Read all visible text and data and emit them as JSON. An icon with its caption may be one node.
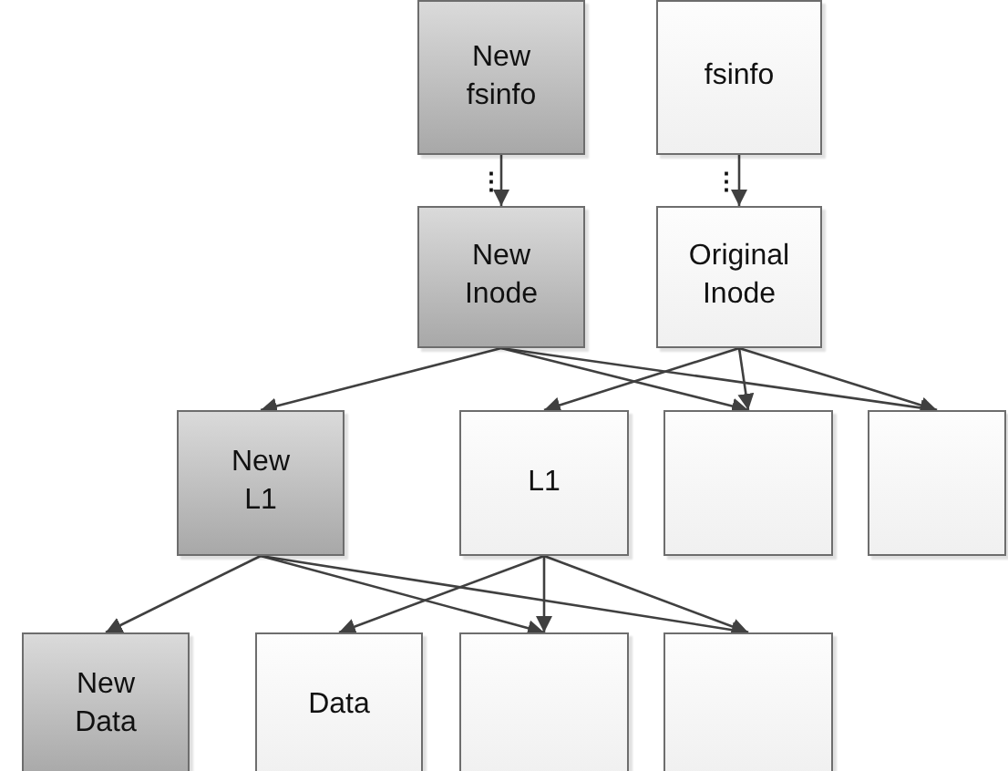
{
  "diagram": {
    "nodes": [
      {
        "text": [
          "New fsinfo"
        ]
      },
      {
        "text": [
          "fsinfo"
        ]
      },
      {
        "text": [
          "New Inode"
        ]
      },
      {
        "text": [
          "Original Inode"
        ]
      },
      {
        "text": [
          "New L1"
        ]
      },
      {
        "text": [
          "L1"
        ]
      },
      {
        "text": [],
        "shape": "box"
      },
      {
        "text": [],
        "shape": "box"
      },
      {
        "text": [
          "New Data"
        ]
      },
      {
        "text": [
          "Data"
        ]
      },
      {
        "text": [],
        "shape": "box"
      },
      {
        "text": [],
        "shape": "box"
      }
    ],
    "edges": [
      {
        "from": 0,
        "to": 2,
        "arrow": "to"
      },
      {
        "from": 1,
        "to": 3,
        "arrow": "to"
      },
      {
        "from": 2,
        "to": 4,
        "arrow": "to"
      },
      {
        "from": 2,
        "to": 6,
        "arrow": "to"
      },
      {
        "from": 2,
        "to": 7,
        "arrow": "to"
      },
      {
        "from": 3,
        "to": 5,
        "arrow": "to"
      },
      {
        "from": 3,
        "to": 6,
        "arrow": "to"
      },
      {
        "from": 3,
        "to": 7,
        "arrow": "to"
      },
      {
        "from": 4,
        "to": 8,
        "arrow": "to"
      },
      {
        "from": 4,
        "to": 10,
        "arrow": "to"
      },
      {
        "from": 4,
        "to": 11,
        "arrow": "to"
      },
      {
        "from": 5,
        "to": 9,
        "arrow": "to"
      },
      {
        "from": 5,
        "to": 10,
        "arrow": "to"
      },
      {
        "from": 5,
        "to": 11,
        "arrow": "to"
      }
    ],
    "labels": [
      "⋮",
      "⋮"
    ]
  }
}
